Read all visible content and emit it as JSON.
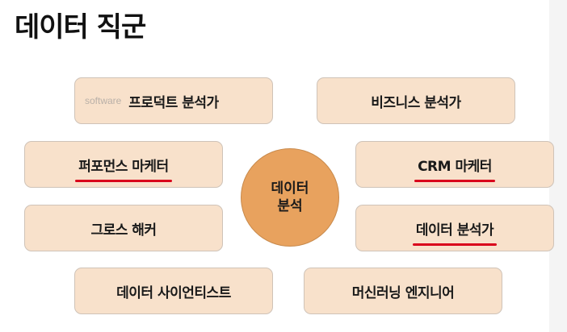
{
  "title": "데이터 직군",
  "center": {
    "label": "데이터\n분석"
  },
  "roles": {
    "product_analyst": "프로덕트 분석가",
    "business_analyst": "비즈니스 분석가",
    "performance_marketer": "퍼포먼스 마케터",
    "crm_marketer": "CRM 마케터",
    "growth_hacker": "그로스 해커",
    "data_analyst": "데이터 분석가",
    "data_scientist": "데이터 사이언티스트",
    "ml_engineer": "머신러닝 엔지니어"
  },
  "watermark": "software",
  "colors": {
    "box_fill": "#f8e1cb",
    "circle_fill": "#e8a25e",
    "underline": "#d9001b"
  }
}
